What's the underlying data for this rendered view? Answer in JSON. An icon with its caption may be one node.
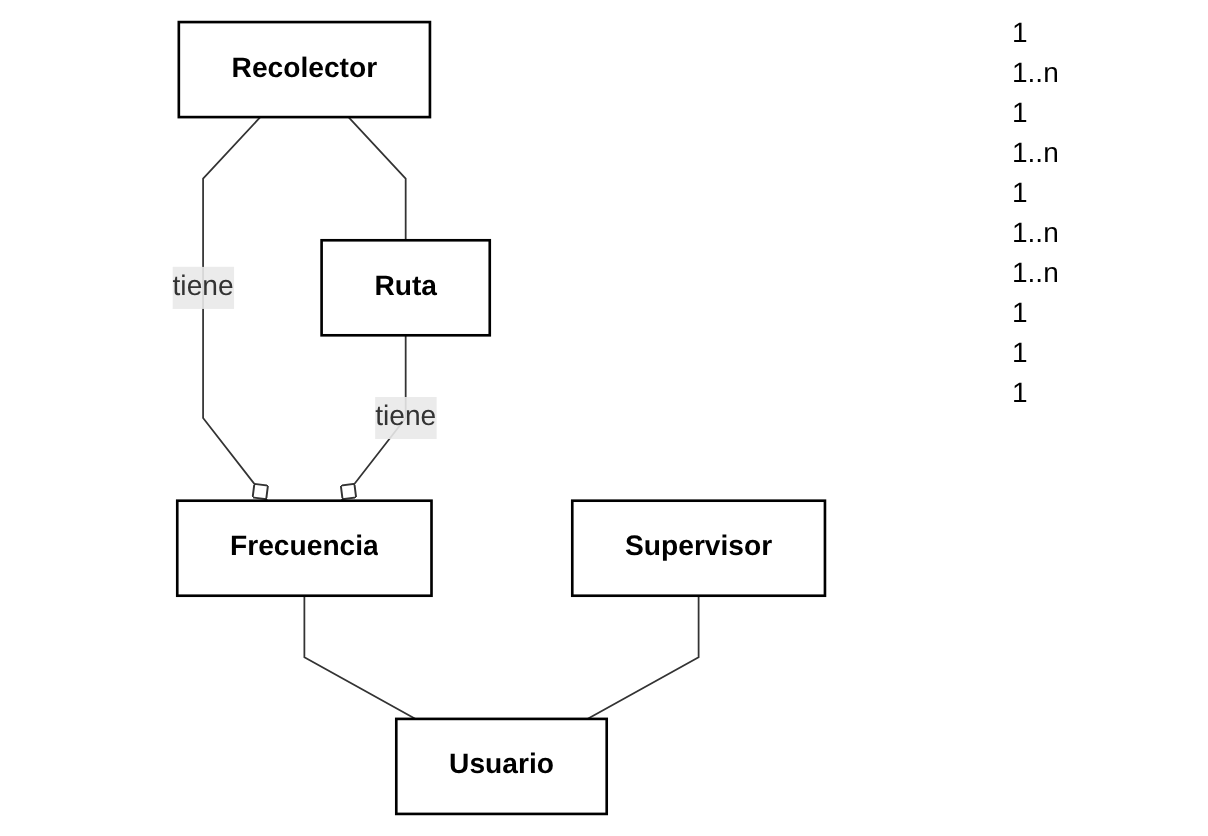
{
  "diagram": {
    "nodes": [
      {
        "text": [
          "Recolector"
        ]
      },
      {
        "text": [
          "Ruta"
        ]
      },
      {
        "text": [
          "Frecuencia"
        ]
      },
      {
        "text": [
          "Supervisor"
        ]
      },
      {
        "text": [
          "Usuario"
        ]
      }
    ],
    "edges": [
      {
        "from": 0,
        "to": 2,
        "arrow": "other",
        "label": "tiene"
      },
      {
        "from": 0,
        "to": 1,
        "arrow": "none"
      },
      {
        "from": 1,
        "to": 2,
        "arrow": "other",
        "label": "tiene"
      },
      {
        "from": 2,
        "to": 4,
        "arrow": "none"
      },
      {
        "from": 3,
        "to": 4,
        "arrow": "none"
      }
    ],
    "labels": [
      "1",
      "1..n",
      "1",
      "1..n",
      "1",
      "1..n",
      "1..n",
      "1",
      "1",
      "1"
    ]
  }
}
